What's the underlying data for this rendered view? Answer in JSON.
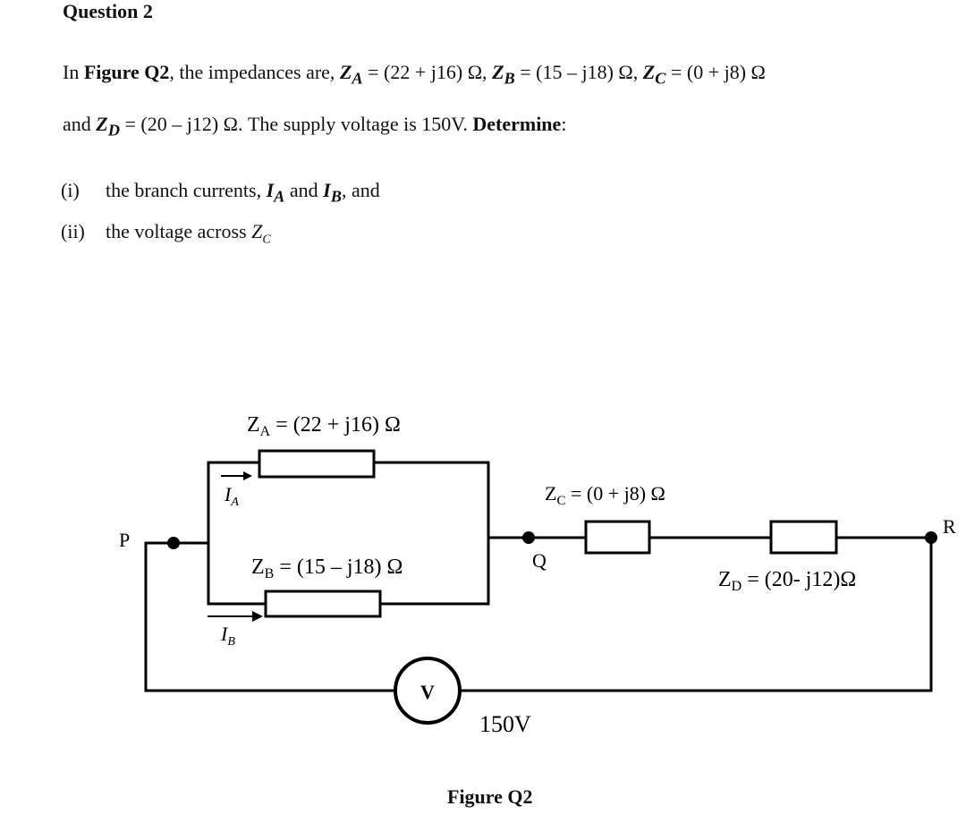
{
  "question": {
    "heading": "Question 2",
    "line1": {
      "t1": "In ",
      "fig_ref": "Figure Q2",
      "t2": ", the impedances are, ",
      "za": "Z",
      "za_sub": "A",
      "za_val": " = (22 + j16) Ω, ",
      "zb": "Z",
      "zb_sub": "B",
      "zb_val": " = (15 – j18) Ω, ",
      "zc": "Z",
      "zc_sub": "C",
      "zc_val": " = (0 + j8) Ω"
    },
    "line2": {
      "t1": "and ",
      "zd": "Z",
      "zd_sub": "D",
      "zd_val": " = (20 – j12) Ω. The supply voltage is 150V. ",
      "determine": "Determine",
      "colon": ":"
    },
    "items": [
      {
        "num": "(i)",
        "t1": "the branch currents, ",
        "ia": "I",
        "ia_sub": "A",
        "mid": " and ",
        "ib": "I",
        "ib_sub": "B",
        "t2": ", and"
      },
      {
        "num": "(ii)",
        "t1": "the voltage across ",
        "zc": "Z",
        "zc_sub": "C"
      }
    ]
  },
  "figure": {
    "za_label": "Z",
    "za_sub": "A",
    "za_val": " = (22 + j16) Ω",
    "zb_label": "Z",
    "zb_sub": "B",
    "zb_val": " = (15 – j18) Ω",
    "zc_label": "Z",
    "zc_sub": "C",
    "zc_val": " =  (0 + j8) Ω",
    "zd_label": "Z",
    "zd_sub": "D",
    "zd_val": " = (20- j12)Ω",
    "ia_label": "I",
    "ia_sub": "A",
    "ib_label": "I",
    "ib_sub": "B",
    "node_p": "P",
    "node_q": "Q",
    "node_r": "R",
    "meter": "V",
    "supply": "150V",
    "caption": "Figure Q2"
  }
}
